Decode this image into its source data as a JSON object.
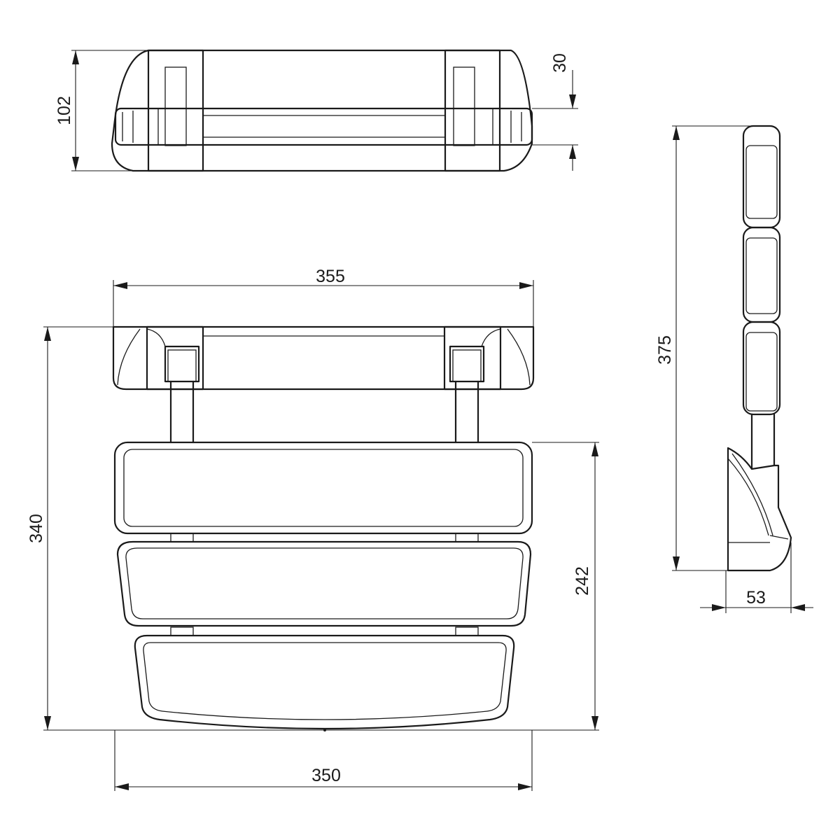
{
  "drawing": {
    "dimensions": {
      "top_depth": "102",
      "top_rail": "30",
      "side_height": "375",
      "front_width_top": "355",
      "front_height": "340",
      "seat_height": "242",
      "side_depth": "53",
      "front_width_bottom": "350"
    }
  }
}
